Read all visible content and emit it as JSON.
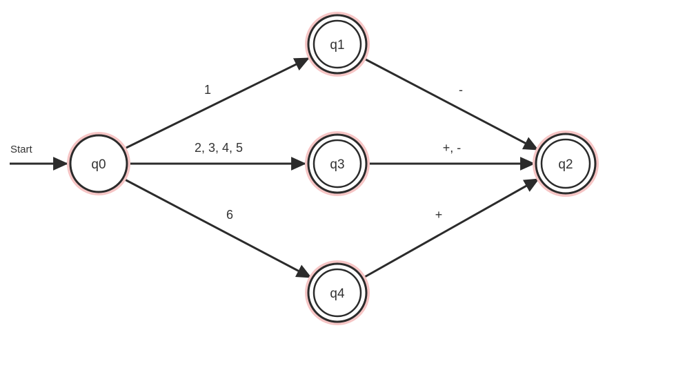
{
  "diagram": {
    "type": "finite-automaton",
    "colors": {
      "stroke": "#2b2b2b",
      "halo": "#f6c5c5",
      "fill": "#ffffff",
      "text": "#333333"
    },
    "start": {
      "label": "Start",
      "target": "q0"
    },
    "states": [
      {
        "id": "q0",
        "label": "q0",
        "accepting": false
      },
      {
        "id": "q1",
        "label": "q1",
        "accepting": true
      },
      {
        "id": "q3",
        "label": "q3",
        "accepting": true
      },
      {
        "id": "q4",
        "label": "q4",
        "accepting": true
      },
      {
        "id": "q2",
        "label": "q2",
        "accepting": true
      }
    ],
    "transitions": [
      {
        "from": "q0",
        "to": "q1",
        "label": "1"
      },
      {
        "from": "q0",
        "to": "q3",
        "label": "2, 3, 4, 5"
      },
      {
        "from": "q0",
        "to": "q4",
        "label": "6"
      },
      {
        "from": "q1",
        "to": "q2",
        "label": "-"
      },
      {
        "from": "q3",
        "to": "q2",
        "label": "+, -"
      },
      {
        "from": "q4",
        "to": "q2",
        "label": "+"
      }
    ]
  }
}
